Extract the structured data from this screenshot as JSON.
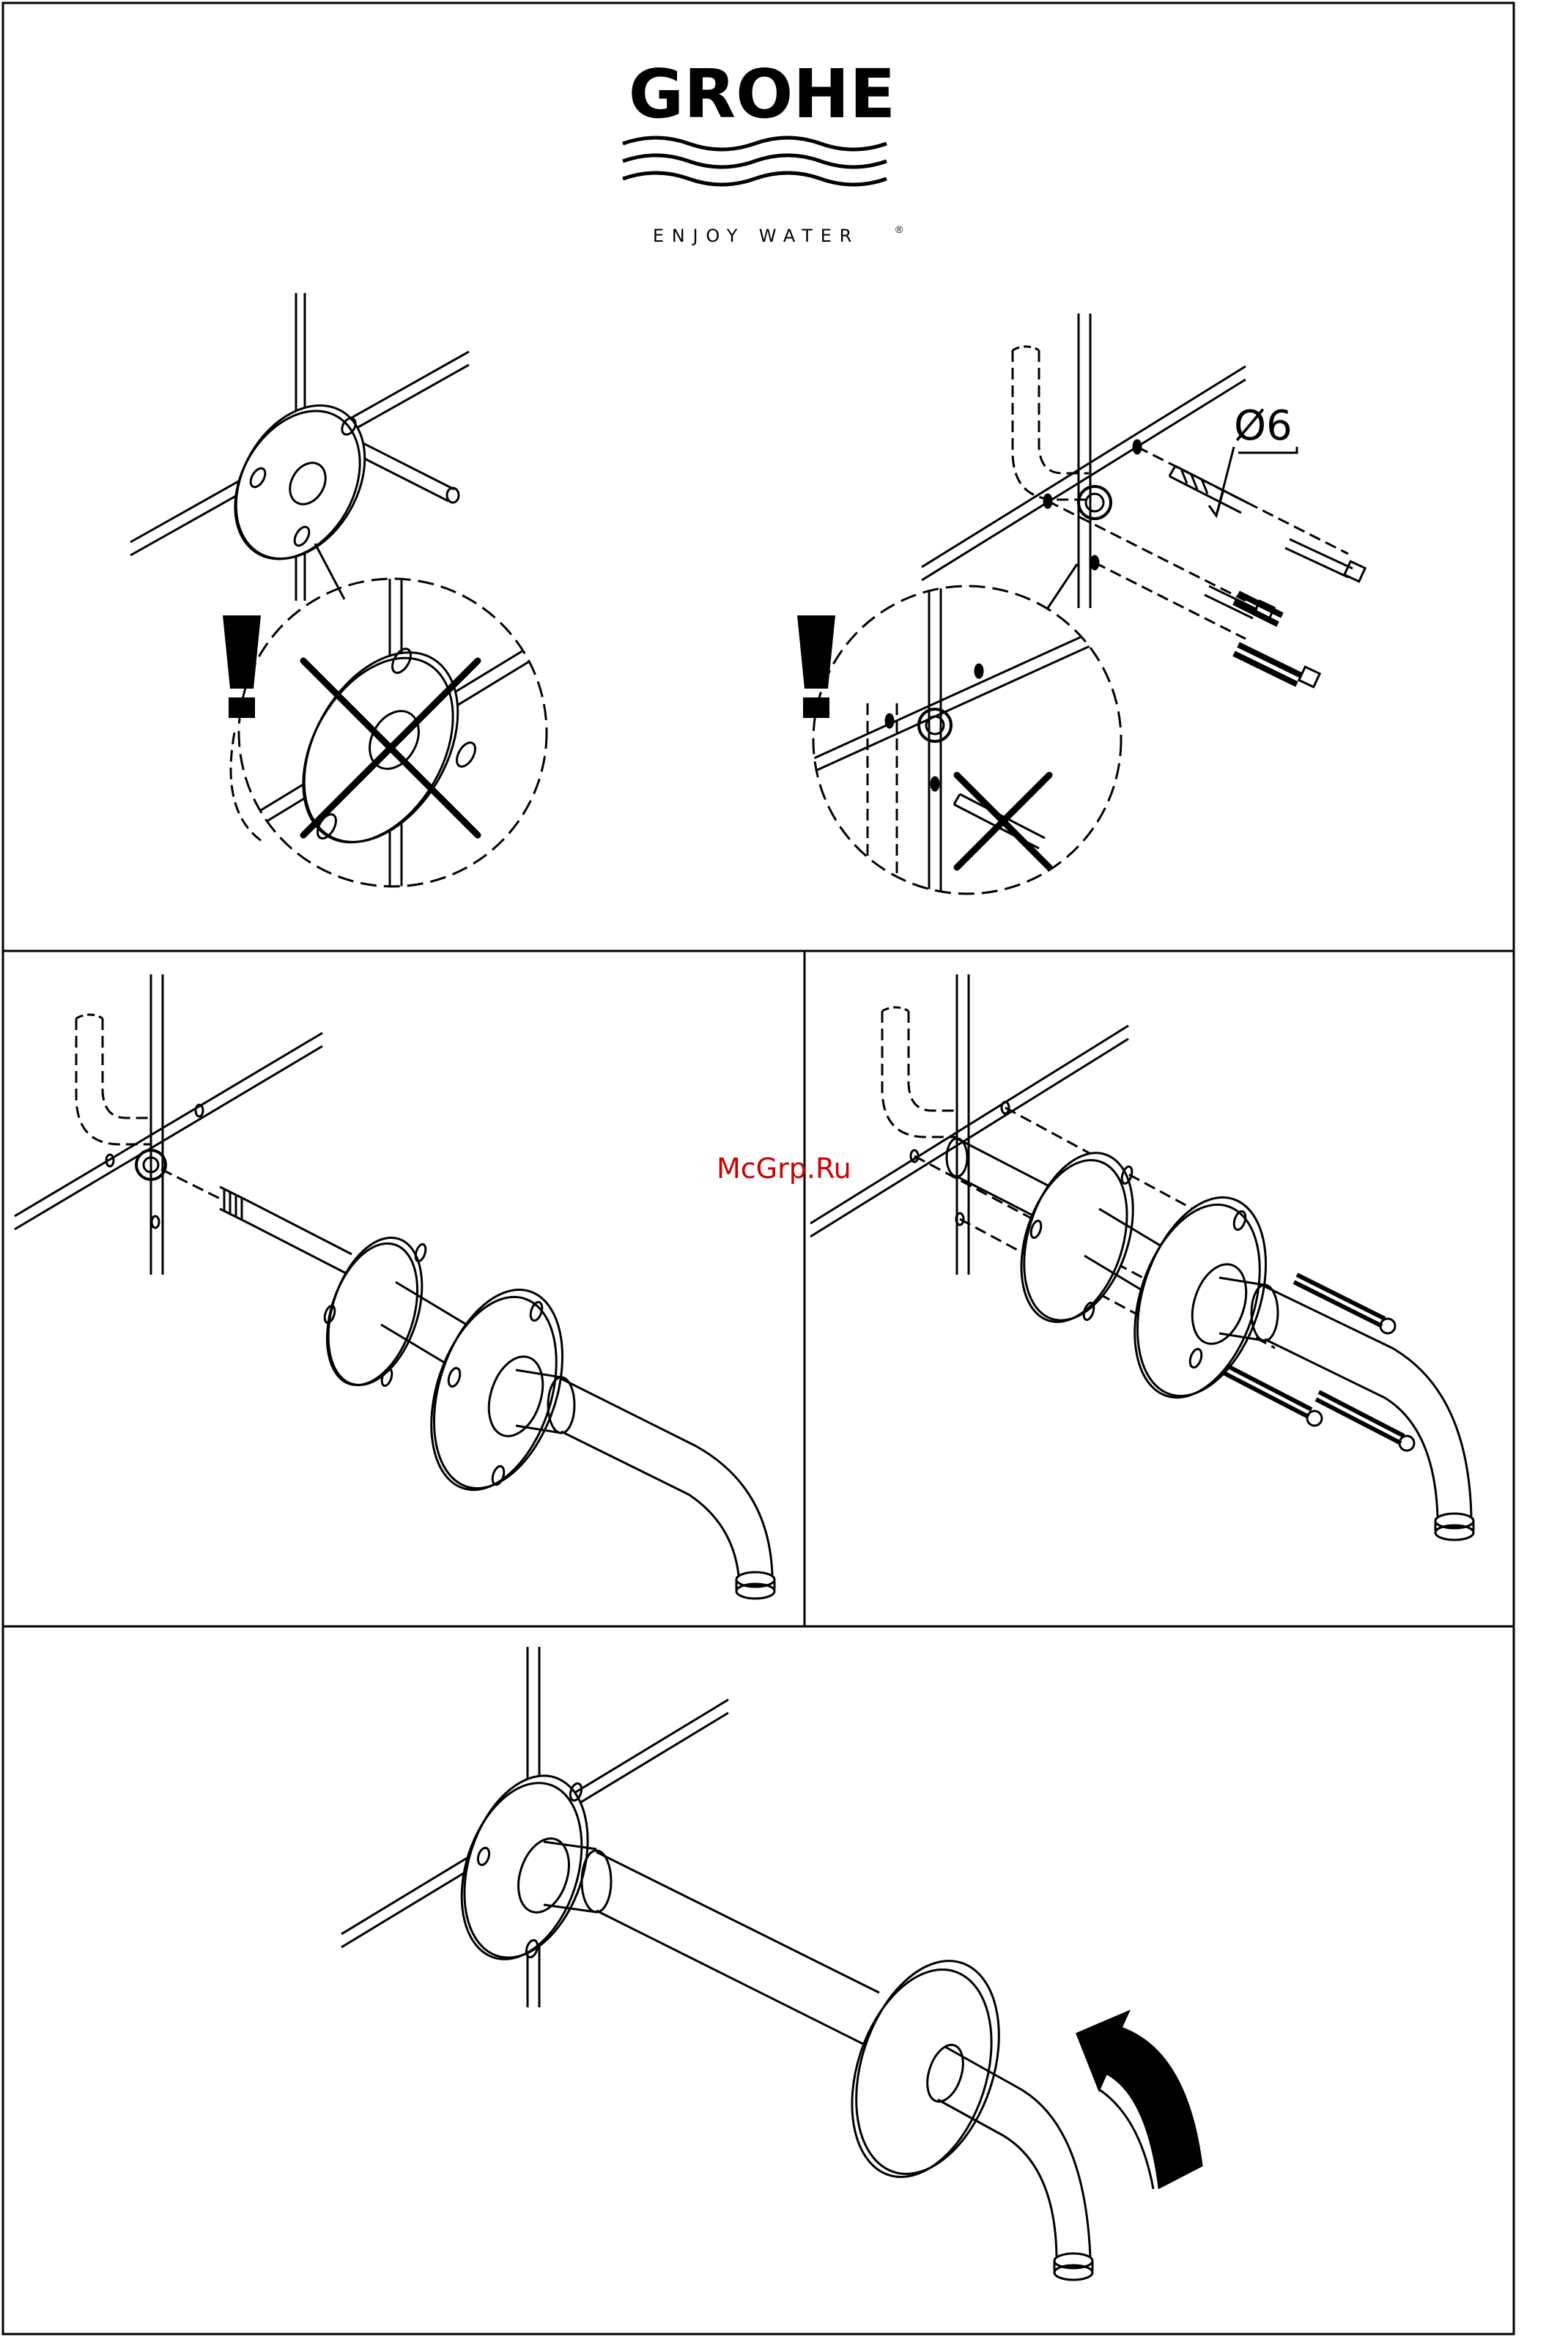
{
  "brand": {
    "name": "GROHE",
    "tagline": "ENJOY WATER",
    "registered_mark": "®"
  },
  "steps": {
    "drill_dimension": "Ø6",
    "warning_symbol": "!"
  },
  "watermark": {
    "text": "McGrp.Ru",
    "color": "#cc0000"
  },
  "colors": {
    "line": "#000000",
    "background": "#ffffff"
  }
}
